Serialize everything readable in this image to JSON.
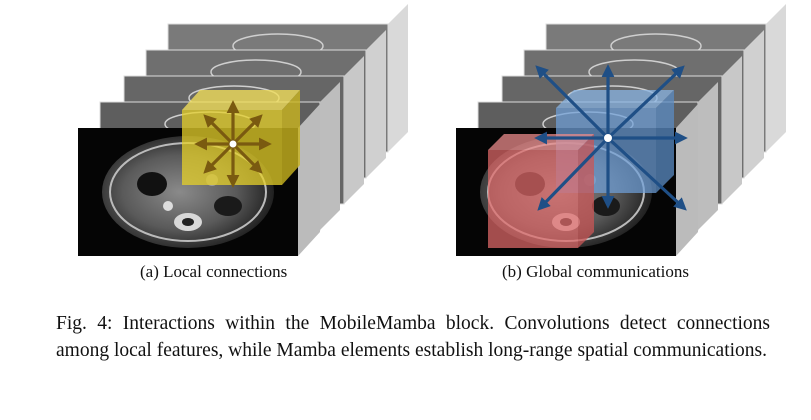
{
  "figure": {
    "panel_a": {
      "caption": "(a) Local connections"
    },
    "panel_b": {
      "caption": "(b) Global communications"
    },
    "caption": "Fig. 4: Interactions within the MobileMamba block. Convolutions detect connections among local features, while Mamba elements establish long-range spatial communications."
  },
  "colors": {
    "local_cube": "#e6d02a",
    "local_arrows": "#7a5a10",
    "global_cube_blue": "#6fa0d8",
    "global_cube_red": "#e06a6a",
    "global_arrows": "#1f4f86"
  }
}
